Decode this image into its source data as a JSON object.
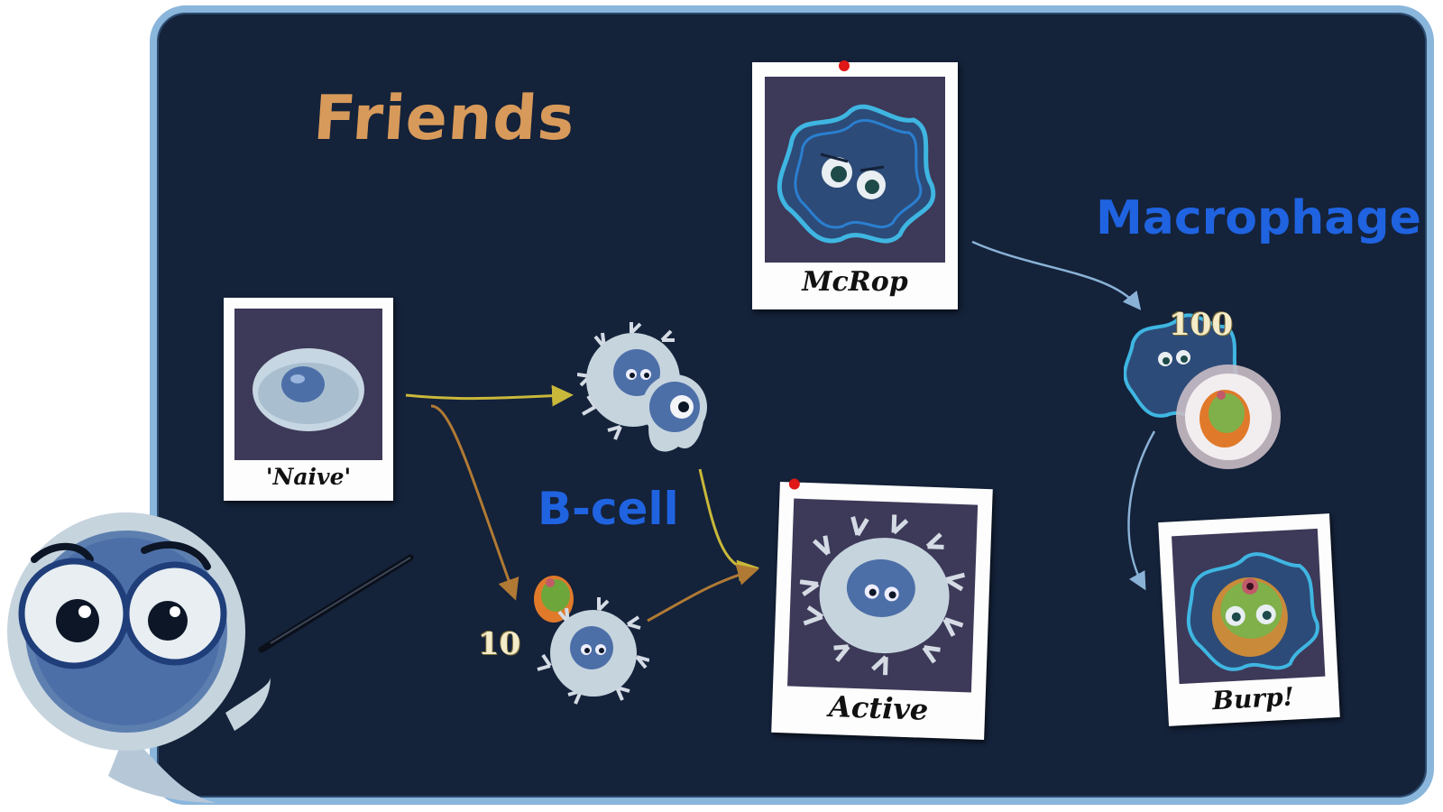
{
  "titles": {
    "friends": "Friends",
    "macrophage": "Macrophage",
    "bcell": "B-cell"
  },
  "cards": {
    "naive": "'Naive'",
    "mcrop": "McRop",
    "active": "Active",
    "burp": "Burp!"
  },
  "counts": {
    "bcell_count": "10",
    "macrophage_count": "100"
  },
  "colors": {
    "board": "#14223a",
    "board_border": "#8ab6dc",
    "friends_title": "#d89a5a",
    "blue_titles": "#1f63e0",
    "photo_bg": "#3d3958",
    "arrow_yellow": "#c9b83a",
    "arrow_orange": "#b07a34",
    "arrow_blue": "#8ab2d6"
  }
}
